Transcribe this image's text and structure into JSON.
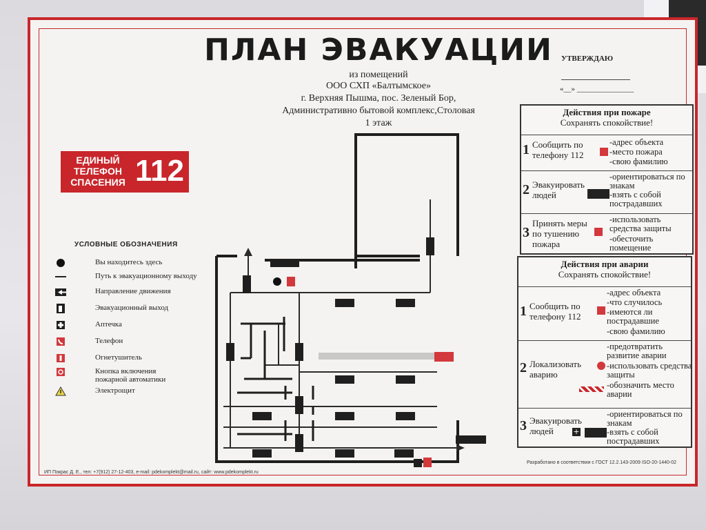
{
  "title": "ПЛАН  ЭВАКУАЦИИ",
  "subtitle_lines": [
    "из помещений",
    "ООО СХП «Балтымское»",
    "г. Верхняя Пышма, пос. Зеленый Бор,",
    "Административно бытовой комплекс,Столовая",
    "1 этаж"
  ],
  "approve": {
    "label": "УТВЕРЖДАЮ",
    "date_line": "«__»"
  },
  "phone_box": {
    "label": "ЕДИНЫЙ ТЕЛЕФОН СПАСЕНИЯ",
    "number": "112",
    "color": "#c8262b"
  },
  "legend": {
    "title": "УСЛОВНЫЕ ОБОЗНАЧЕНИЯ",
    "items": [
      {
        "icon": "you-are-here-dot",
        "text": "Вы находитесь здесь"
      },
      {
        "icon": "evac-route-line",
        "text": "Путь к эвакуационному выходу"
      },
      {
        "icon": "direction-sign",
        "text": "Направление движения"
      },
      {
        "icon": "emergency-exit-sign",
        "text": "Эвакуационный выход"
      },
      {
        "icon": "first-aid-icon",
        "text": "Аптечка"
      },
      {
        "icon": "phone-icon",
        "text": "Телефон"
      },
      {
        "icon": "fire-extinguisher-icon",
        "text": "Огнетушитель"
      },
      {
        "icon": "fire-alarm-button-icon",
        "text": "Кнопка включения пожарной автоматики"
      },
      {
        "icon": "electrical-panel-icon",
        "text": "Электрощит"
      }
    ]
  },
  "fire_actions": {
    "title": "Действия при пожаре",
    "subtitle": "Сохранять спокойствие!",
    "steps": [
      {
        "n": "1",
        "action": "Сообщить по телефону 112",
        "details": [
          "-адрес объекта",
          "-место пожара",
          "-свою фамилию"
        ]
      },
      {
        "n": "2",
        "action": "Эвакуировать людей",
        "details": [
          "-ориентироваться по знакам",
          "-взять с собой пострадавших"
        ]
      },
      {
        "n": "3",
        "action": "Принять меры по тушению пожара",
        "details": [
          "-использовать средства защиты",
          "-обесточить помещение"
        ]
      }
    ]
  },
  "accident_actions": {
    "title": "Действия при аварии",
    "subtitle": "Сохранять спокойствие!",
    "steps": [
      {
        "n": "1",
        "action": "Сообщить по телефону 112",
        "details": [
          "-адрес объекта",
          "-что случилось",
          "-имеются ли пострадавшие",
          "-свою фамилию"
        ]
      },
      {
        "n": "2",
        "action": "Локализовать аварию",
        "details": [
          "-предотвратить развитие аварии",
          "-использовать средства защиты",
          "-обозначить место аварии"
        ]
      },
      {
        "n": "3",
        "action": "Эвакуировать людей",
        "details": [
          "-ориентироваться по знакам",
          "-взять с собой пострадавших"
        ]
      }
    ]
  },
  "footer_left": "ИП Покрас Д. Е., тел: +7(912) 27-12-403, e-mail: pdekomplekt@mail.ru, сайт: www.pdekomplekt.ru",
  "footer_right": "Разработано в соответствии с ГОСТ 12.2.143-2009   ISO-20-1440-02",
  "colors": {
    "frame": "#c8262b",
    "walls": "#1e1e1e",
    "route": "#2a2a2a",
    "sign_green_bg": "#1f1f1f"
  }
}
